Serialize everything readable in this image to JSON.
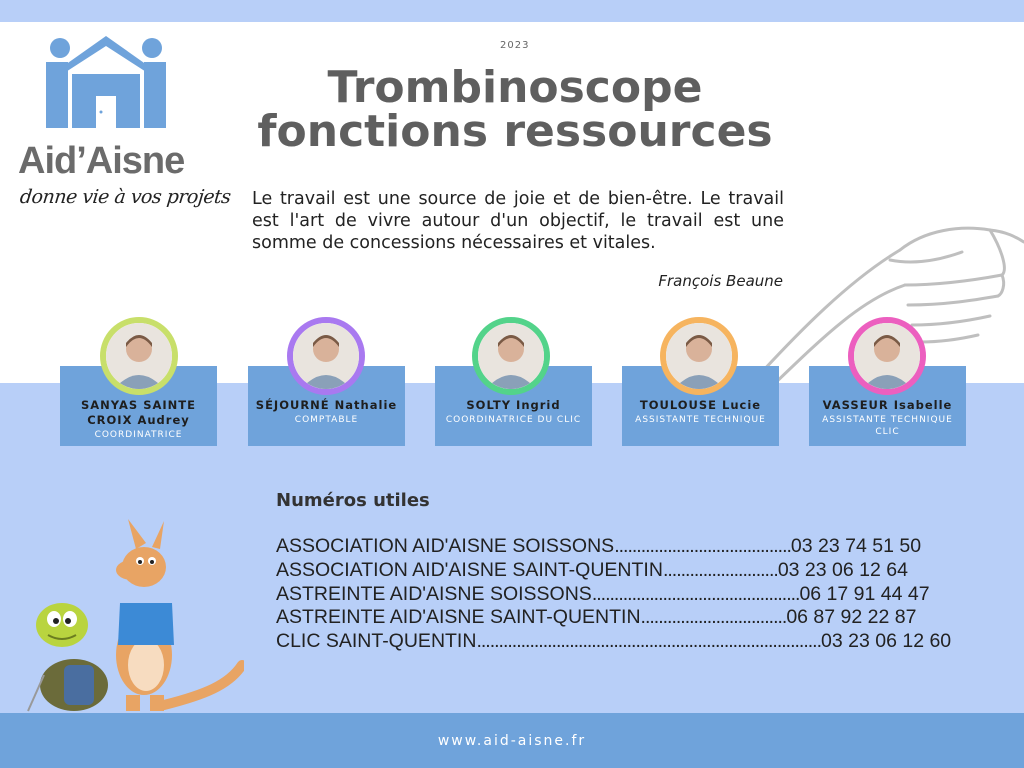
{
  "year": "2023",
  "title_line1": "Trombinoscope",
  "title_line2": "fonctions ressources",
  "logo": {
    "name": "Aid’Aisne",
    "tagline": "donne vie à vos projets"
  },
  "quote": "Le travail est une source de joie et de bien-être. Le travail est l'art de vivre autour d'un objectif, le travail est une somme de concessions nécessaires et vitales.",
  "author": "François Beaune",
  "people": [
    {
      "name": "SANYAS SAINTE CROIX Audrey",
      "role": "COORDINATRICE",
      "ring": "#c8df6a"
    },
    {
      "name": "SÉJOURNÉ Nathalie",
      "role": "COMPTABLE",
      "ring": "#a979f0"
    },
    {
      "name": "SOLTY Ingrid",
      "role": "COORDINATRICE DU CLIC",
      "ring": "#53d38a"
    },
    {
      "name": "TOULOUSE Lucie",
      "role": "ASSISTANTE TECHNIQUE",
      "ring": "#f6b45f"
    },
    {
      "name": "VASSEUR Isabelle",
      "role": "ASSISTANTE TECHNIQUE CLIC",
      "ring": "#ec5fbf"
    }
  ],
  "numeros_title": "Numéros utiles",
  "numeros": [
    {
      "label": "ASSOCIATION AID'AISNE SOISSONS",
      "dots": "........................................",
      "number": "03 23 74 51 50"
    },
    {
      "label": "ASSOCIATION AID'AISNE SAINT-QUENTIN",
      "dots": "..........................",
      "number": "03 23 06 12 64"
    },
    {
      "label": "ASTREINTE AID'AISNE SOISSONS",
      "dots": "...............................................",
      "number": "06 17 91 44 47"
    },
    {
      "label": "ASTREINTE AID'AISNE SAINT-QUENTIN",
      "dots": ".................................",
      "number": "06 87 92 22 87"
    },
    {
      "label": "CLIC SAINT-QUENTIN",
      "dots": "..............................................................................",
      "number": "03 23 06 12 60"
    }
  ],
  "footer": "www.aid-aisne.fr"
}
